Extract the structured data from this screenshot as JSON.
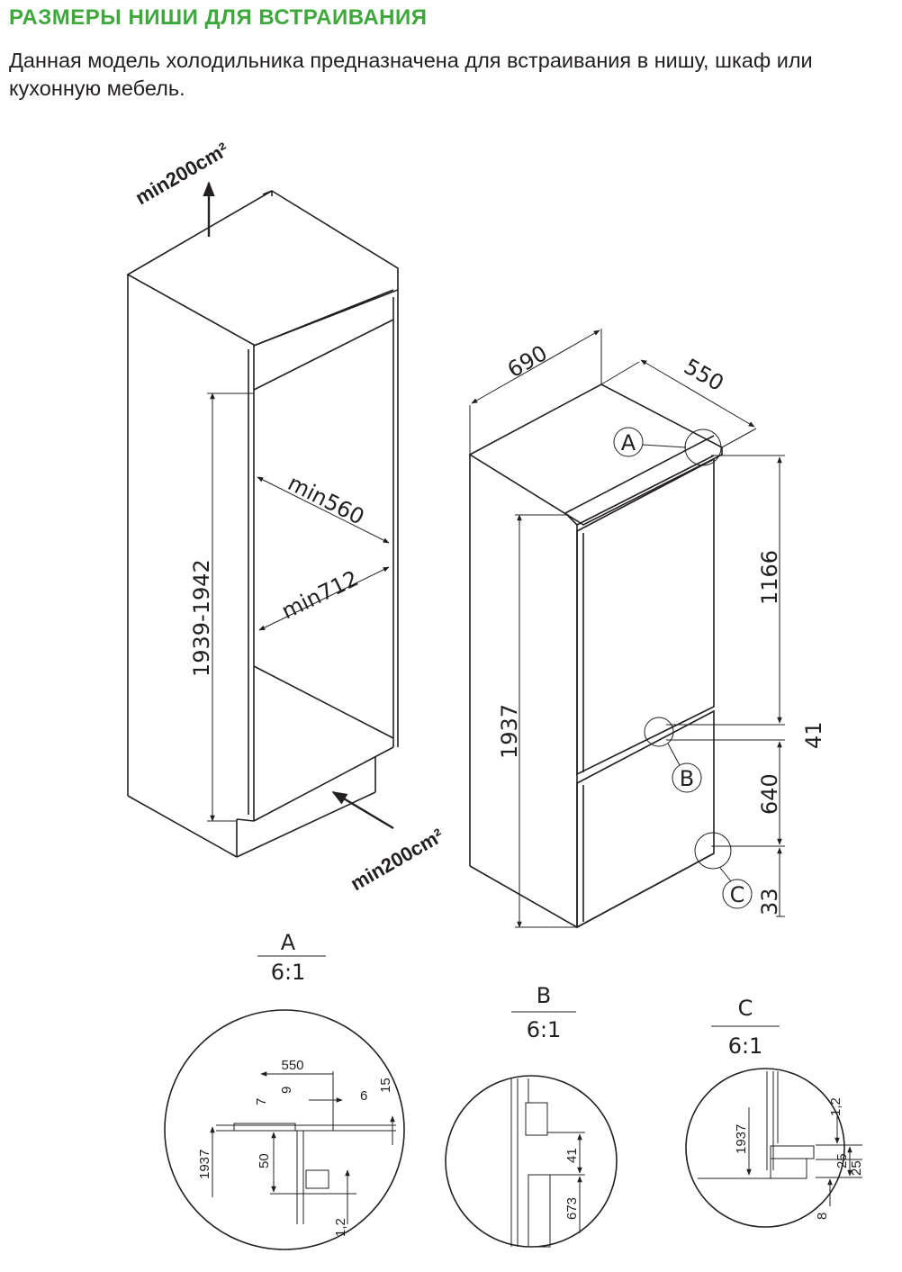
{
  "header": {
    "title": "РАЗМЕРЫ НИШИ ДЛЯ ВСТРАИВАНИЯ",
    "intro": "Данная модель холодильника предназначена для встраивания в нишу, шкаф или кухонную мебель."
  },
  "niche": {
    "vent_top": "min200cm²",
    "vent_bottom": "min200cm²",
    "height": "1939-1942",
    "width": "min560",
    "depth": "min712"
  },
  "fridge": {
    "width": "690",
    "depth": "550",
    "height": "1937",
    "upper_door": "1166",
    "gap": "41",
    "lower_door": "640",
    "bottom": "33",
    "callout_a": "A",
    "callout_b": "B",
    "callout_c": "C"
  },
  "detail_a": {
    "letter": "A",
    "scale": "6:1",
    "dims": [
      "550",
      "7",
      "9",
      "6",
      "15",
      "1937",
      "50",
      "1,2"
    ]
  },
  "detail_b": {
    "letter": "B",
    "scale": "6:1",
    "dims": [
      "41",
      "673"
    ]
  },
  "detail_c": {
    "letter": "C",
    "scale": "6:1",
    "dims": [
      "1937",
      "1,2",
      "25",
      "25",
      "8"
    ]
  }
}
